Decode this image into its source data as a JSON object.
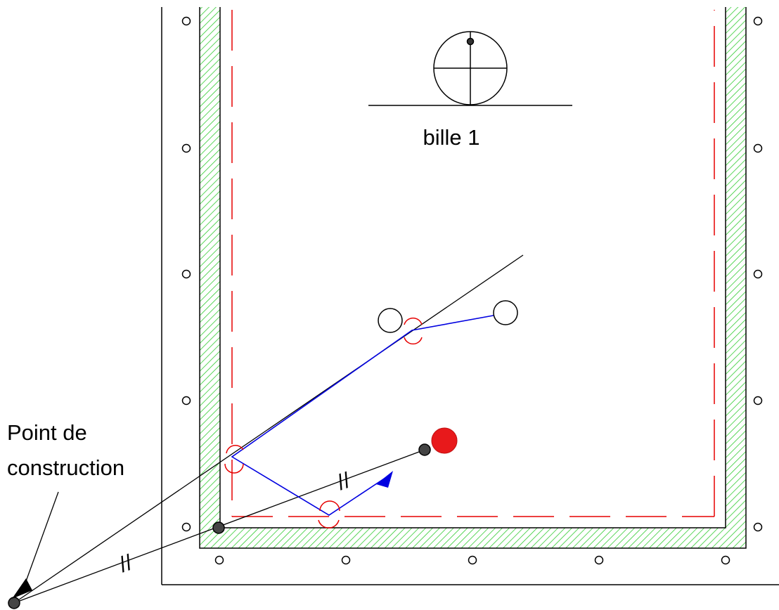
{
  "labels": {
    "ball_title": "bille 1",
    "construction_line1": "Point de",
    "construction_line2": "construction",
    "parallel_mark": "//"
  },
  "colors": {
    "cushion_green": "#33cc33",
    "reflection_red": "#e60000",
    "trajectory_blue": "#0000e0",
    "object_ball_red": "#e8191b",
    "ink": "#000000"
  }
}
